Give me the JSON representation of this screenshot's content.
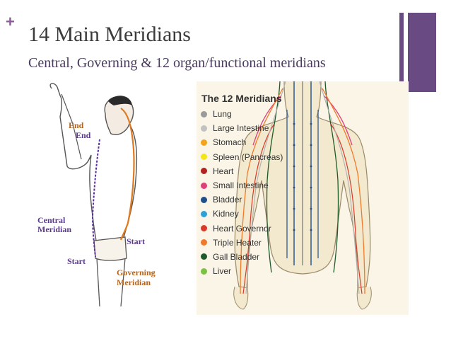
{
  "slide": {
    "plus": "+",
    "title": "14 Main Meridians",
    "subtitle": "Central, Governing & 12 organ/functional meridians"
  },
  "left_figure": {
    "labels": {
      "end_top": "End",
      "end_inner": "End",
      "central_line1": "Central",
      "central_line2": "Meridian",
      "start_right": "Start",
      "start_bottom": "Start",
      "governing_line1": "Governing",
      "governing_line2": "Meridian"
    },
    "colors": {
      "central": "#5a2d9e",
      "governing": "#e07a1f"
    }
  },
  "right_figure": {
    "title": "The 12 Meridians",
    "legend": [
      {
        "label": "Lung",
        "color": "#9a9a9a"
      },
      {
        "label": "Large Intestine",
        "color": "#c2c2c2"
      },
      {
        "label": "Stomach",
        "color": "#f2a51c"
      },
      {
        "label": "Spleen (Pancreas)",
        "color": "#f2e51c"
      },
      {
        "label": "Heart",
        "color": "#b22222"
      },
      {
        "label": "Small Intestine",
        "color": "#e0407a"
      },
      {
        "label": "Bladder",
        "color": "#1f4f8a"
      },
      {
        "label": "Kidney",
        "color": "#2ea0d8"
      },
      {
        "label": "Heart Governor",
        "color": "#d93a2a"
      },
      {
        "label": "Triple Heater",
        "color": "#f07a2a"
      },
      {
        "label": "Gall Bladder",
        "color": "#1f5a2a"
      },
      {
        "label": "Liver",
        "color": "#7cc242"
      }
    ]
  }
}
